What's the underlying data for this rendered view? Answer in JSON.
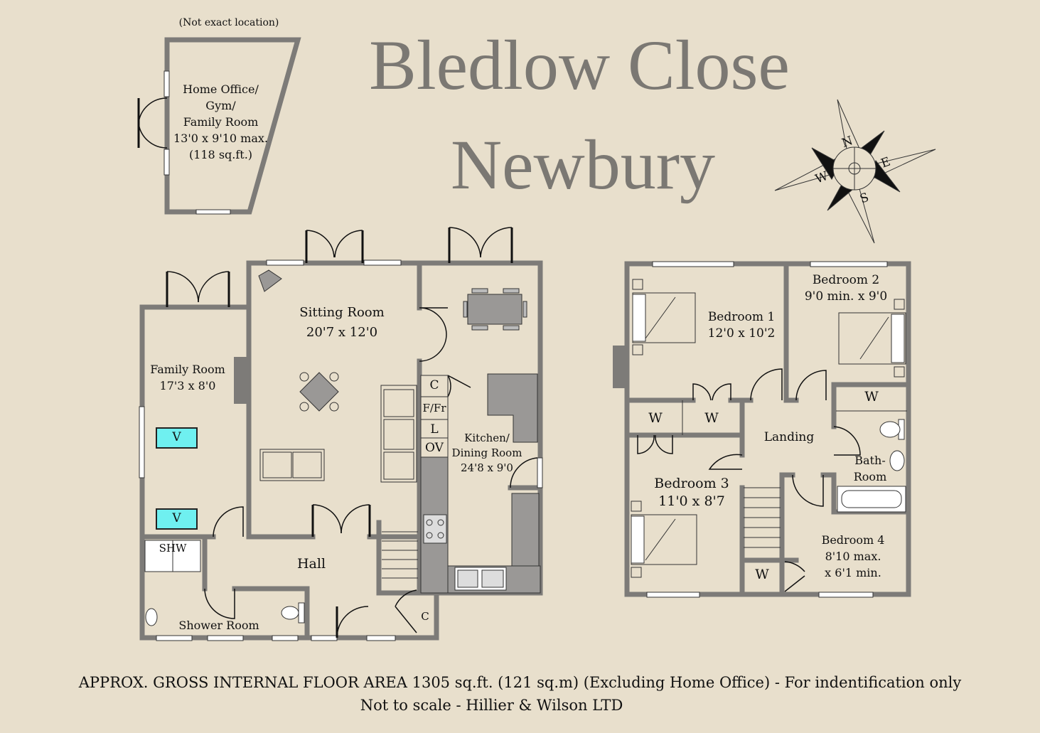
{
  "title": {
    "line1": "Bledlow Close",
    "line2": "Newbury"
  },
  "outbuilding": {
    "note": "(Not exact location)",
    "label": "Home Office/\nGym/\nFamily Room\n13'0 x 9'10 max.\n(118 sq.ft.)"
  },
  "ground_floor": {
    "sitting_room": "Sitting Room\n20'7 x 12'0",
    "family_room": "Family Room\n17'3 x 8'0",
    "kitchen": "Kitchen/\nDining Room\n24'8 x 9'0",
    "hall": "Hall",
    "shower_room": "Shower Room",
    "cupboard_c": "C",
    "cupboard_c2": "C",
    "fridge": "F/Fr",
    "laundry": "L",
    "oven": "OV",
    "vent1": "V",
    "vent2": "V",
    "shower": "SHW"
  },
  "first_floor": {
    "bedroom1": "Bedroom 1\n12'0 x 10'2",
    "bedroom2": "Bedroom 2\n9'0 min. x 9'0",
    "bedroom3": "Bedroom 3\n11'0 x 8'7",
    "bedroom4": "Bedroom 4\n8'10 max.\nx 6'1 min.",
    "landing": "Landing",
    "bathroom": "Bath-\nRoom",
    "w1": "W",
    "w2": "W",
    "w3": "W",
    "w4": "W"
  },
  "compass": {
    "n": "N",
    "e": "E",
    "s": "S",
    "w": "W"
  },
  "footer": {
    "line1": "APPROX. GROSS INTERNAL FLOOR AREA 1305 sq.ft. (121 sq.m) (Excluding Home Office) - For indentification only",
    "line2": "Not to scale -  Hillier & Wilson LTD"
  },
  "colors": {
    "background": "#e8dfcc",
    "wall": "#7d7b78",
    "title": "#7b7873",
    "fixture": "#9a9896",
    "vent": "#6ff0f0"
  }
}
